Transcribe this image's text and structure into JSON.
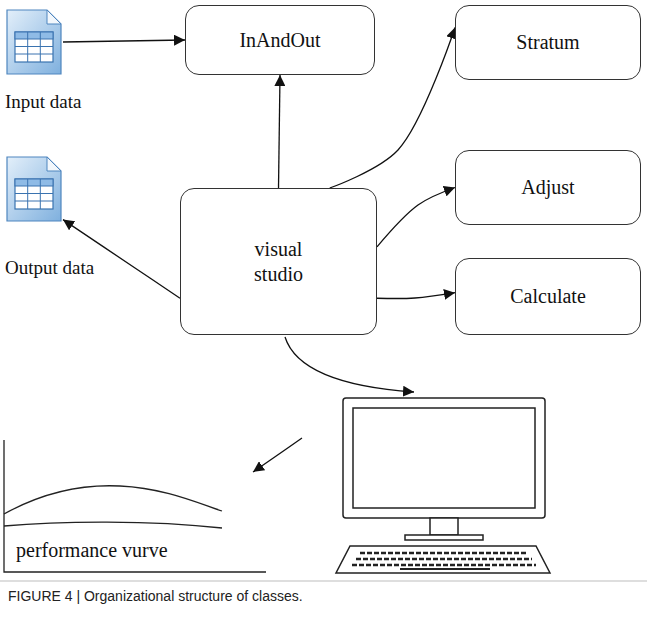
{
  "diagram": {
    "caption": "FIGURE 4 | Organizational structure of classes.",
    "nodes": [
      {
        "text": [
          "Input data"
        ]
      },
      {
        "text": [
          "InAndOut"
        ]
      },
      {
        "text": [
          "Stratum"
        ]
      },
      {
        "text": [
          "Adjust"
        ]
      },
      {
        "text": [
          "Output data"
        ]
      },
      {
        "text": [
          "visual studio"
        ]
      },
      {
        "text": [
          "Calculate"
        ]
      },
      {
        "text": [
          "performance vurve"
        ]
      }
    ],
    "edges": [
      {
        "from": 0,
        "to": 1,
        "arrow": "to"
      },
      {
        "from": 5,
        "to": 1,
        "arrow": "to"
      },
      {
        "from": 5,
        "to": 2,
        "arrow": "to"
      },
      {
        "from": 5,
        "to": 3,
        "arrow": "to"
      },
      {
        "from": 5,
        "to": 6,
        "arrow": "to"
      },
      {
        "from": 5,
        "to": 4,
        "arrow": "to"
      }
    ]
  }
}
